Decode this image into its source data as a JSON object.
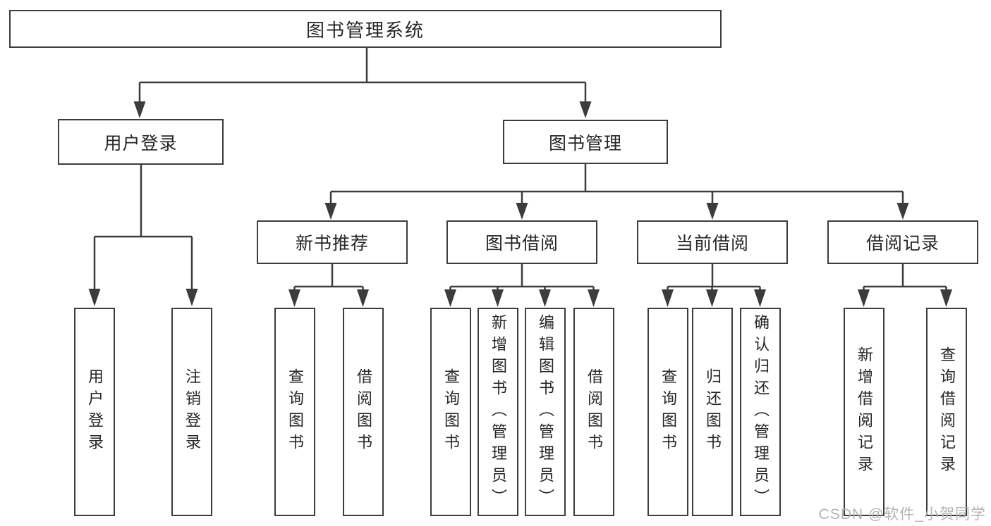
{
  "colors": {
    "line": "#3c3c3c",
    "text": "#262626",
    "background": "#ffffff",
    "watermark": "#b4b4b4"
  },
  "watermark": "CSDN @软件_小贺同学",
  "tree": {
    "root": "图书管理系统",
    "branches": {
      "user_login": "用户登录",
      "book_management": "图书管理"
    },
    "modules": {
      "new_book_recommend": "新书推荐",
      "book_borrow": "图书借阅",
      "current_borrow": "当前借阅",
      "borrow_record": "借阅记录"
    },
    "leaves": {
      "user_login": "用户登录",
      "logout": "注销登录",
      "rec_query_book": "查询图书",
      "rec_borrow_book": "借阅图书",
      "bb_query_book": "查询图书",
      "bb_add_book": "新增图书（管理员）",
      "bb_edit_book": "编辑图书（管理员）",
      "bb_borrow_book": "借阅图书",
      "cb_query_book": "查询图书",
      "cb_return_book": "归还图书",
      "cb_confirm_return": "确认归还（管理员）",
      "br_add_record": "新增借阅记录",
      "br_query_record": "查询借阅记录"
    }
  }
}
